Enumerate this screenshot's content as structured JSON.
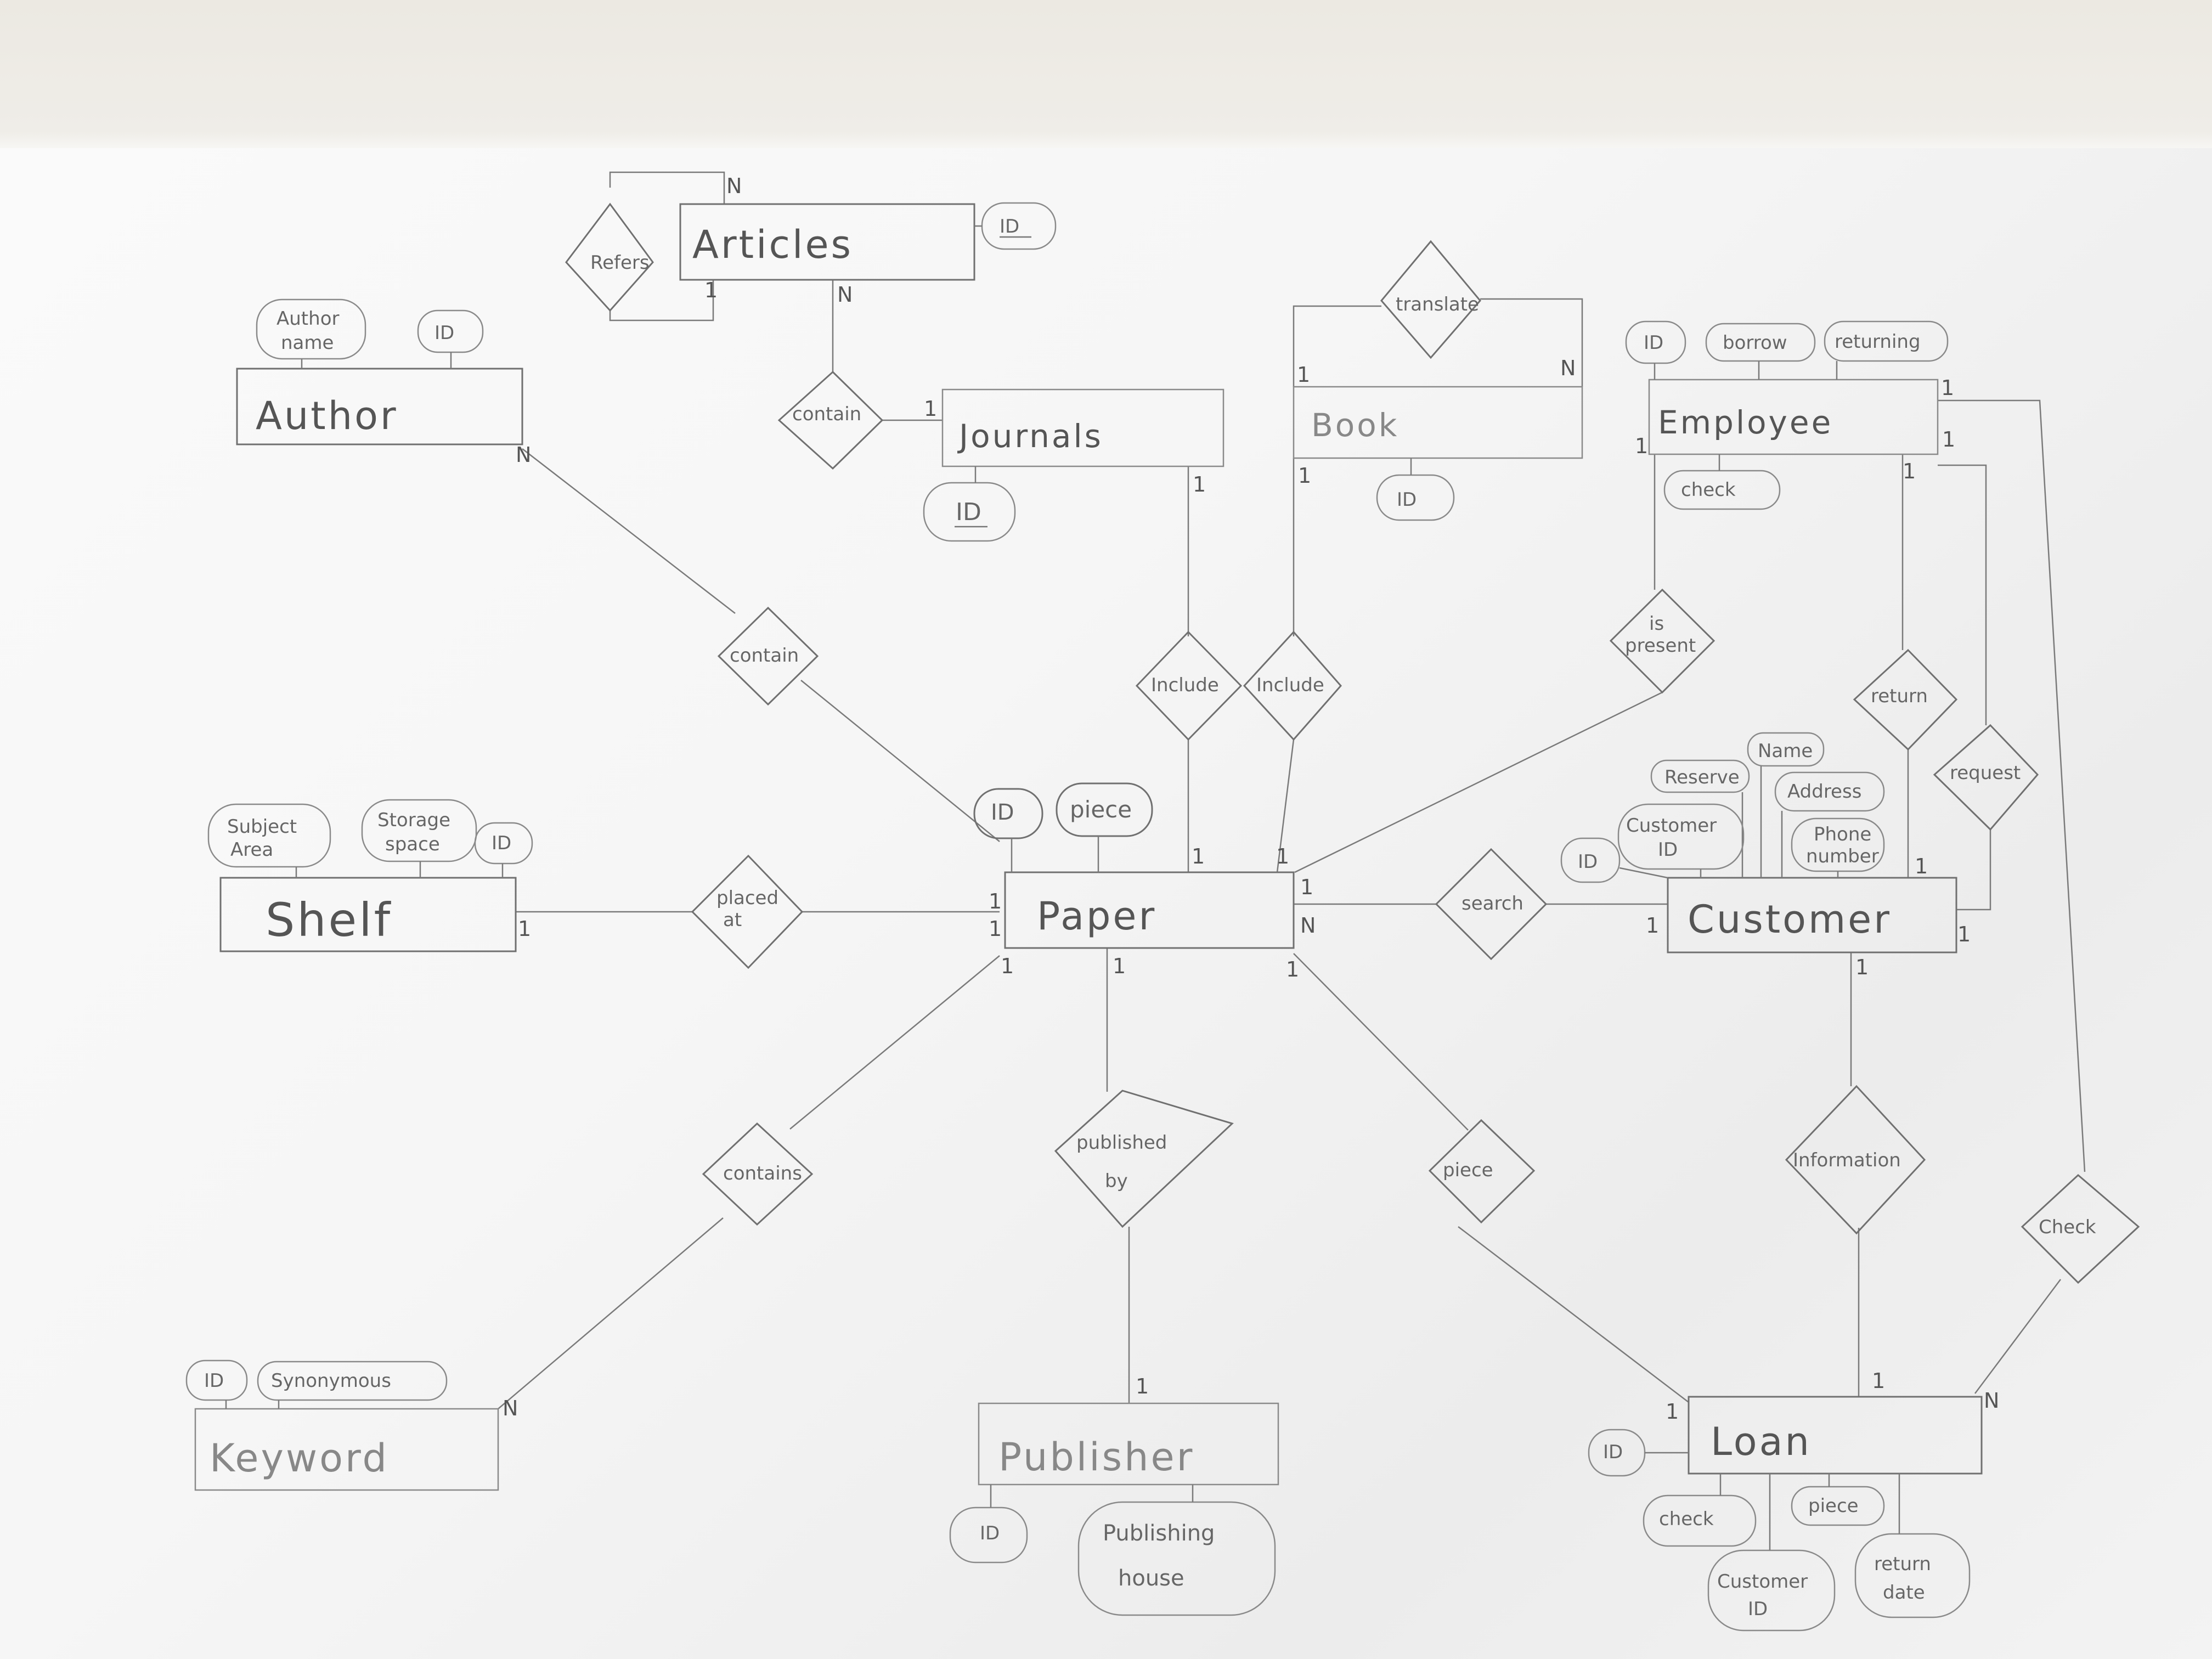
{
  "entities": {
    "articles": "Articles",
    "author": "Author",
    "journals": "Journals",
    "book": "Book",
    "employee": "Employee",
    "shelf": "Shelf",
    "paper": "Paper",
    "customer": "Customer",
    "keyword": "Keyword",
    "publisher": "Publisher",
    "loan": "Loan"
  },
  "relationships": {
    "refers": "Refers",
    "contain_articles": "contain",
    "translate": "translate",
    "contain_author": "contain",
    "include_journals": "Include",
    "include_book": "Include",
    "is_present_1": "is",
    "is_present_2": "present",
    "return": "return",
    "request": "request",
    "placed_1": "placed",
    "placed_2": "at",
    "search": "search",
    "contains_keyword": "contains",
    "published_1": "published",
    "published_2": "by",
    "piece_rel": "piece",
    "information": "Information",
    "check_rel": "Check"
  },
  "attributes": {
    "articles_id": "ID",
    "author_name_1": "Author",
    "author_name_2": "name",
    "author_id": "ID",
    "journals_id": "ID",
    "book_id": "ID",
    "employee_id": "ID",
    "employee_borrow": "borrow",
    "employee_returning": "returning",
    "employee_check": "check",
    "shelf_subject_1": "Subject",
    "shelf_subject_2": "Area",
    "shelf_storage_1": "Storage",
    "shelf_storage_2": "space",
    "shelf_id": "ID",
    "paper_id": "ID",
    "paper_piece": "piece",
    "customer_reserve": "Reserve",
    "customer_name": "Name",
    "customer_address": "Address",
    "customer_cid_1": "Customer",
    "customer_cid_2": "ID",
    "customer_phone_1": "Phone",
    "customer_phone_2": "number",
    "customer_id": "ID",
    "keyword_id": "ID",
    "keyword_syn": "Synonymous",
    "publisher_id": "ID",
    "publisher_house_1": "Publishing",
    "publisher_house_2": "house",
    "loan_id": "ID",
    "loan_check": "check",
    "loan_piece": "piece",
    "loan_cid_1": "Customer",
    "loan_cid_2": "ID",
    "loan_return_1": "return",
    "loan_return_2": "date"
  },
  "cardinalities": {
    "n": "N",
    "one": "1"
  },
  "colors": {
    "pencil": "#707070",
    "paper": "#f6f6f6"
  }
}
